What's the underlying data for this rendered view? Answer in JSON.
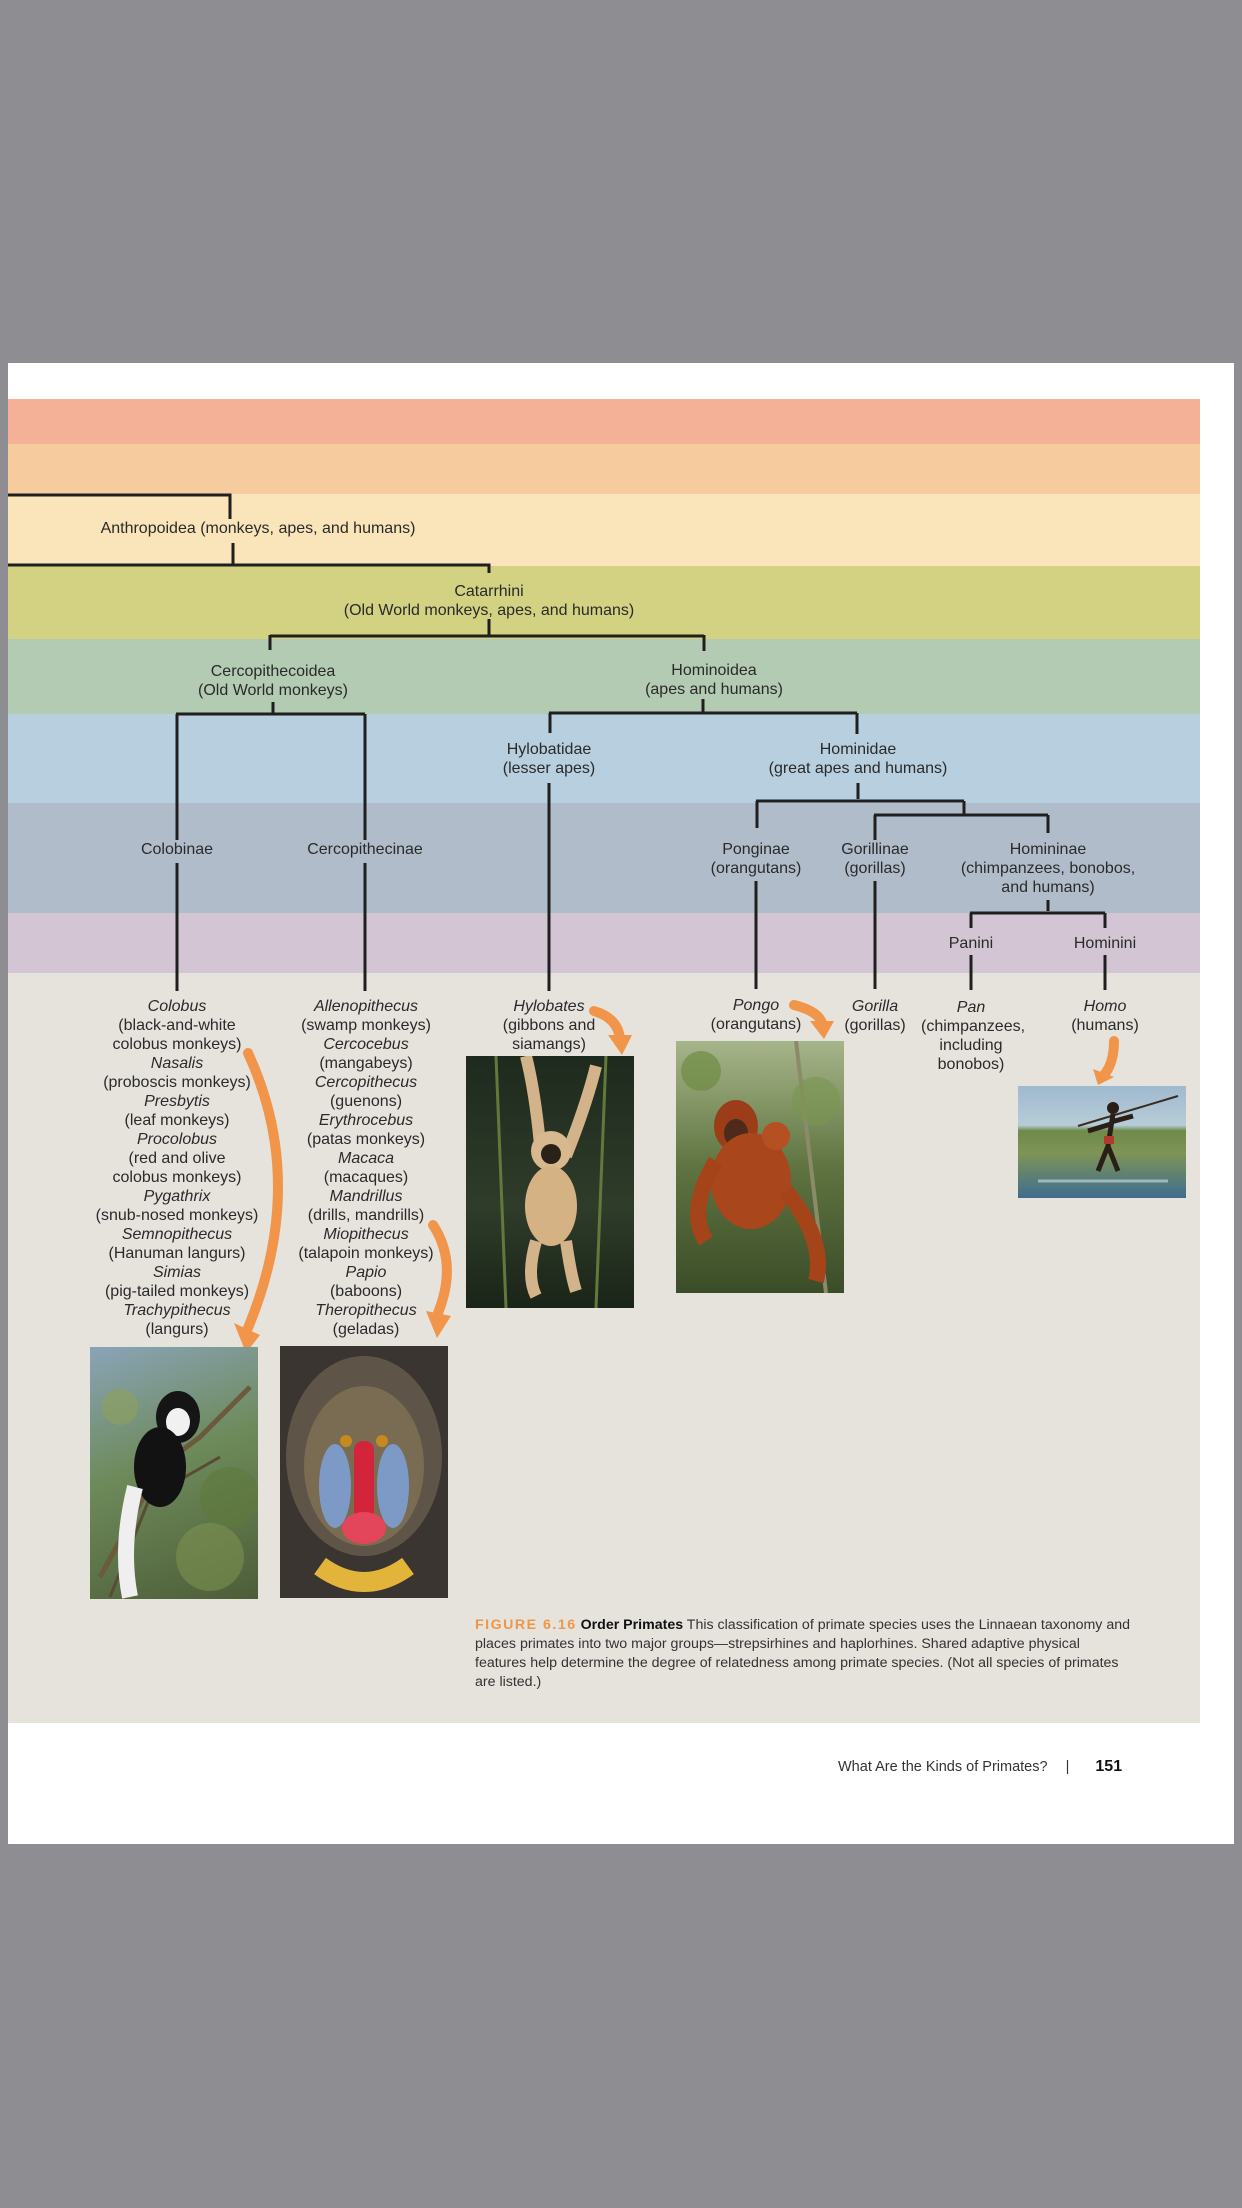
{
  "taxonomy": {
    "suborder": {
      "label": "Anthropoidea (monkeys, apes, and humans)"
    },
    "infraorder": {
      "label_1": "Catarrhini",
      "label_2": "(Old World monkeys, apes, and humans)"
    },
    "superfamilies": [
      {
        "label_1": "Cercopithecoidea",
        "label_2": "(Old World monkeys)"
      },
      {
        "label_1": "Hominoidea",
        "label_2": "(apes and humans)"
      }
    ],
    "families": [
      {
        "label_1": "Hylobatidae",
        "label_2": "(lesser apes)"
      },
      {
        "label_1": "Hominidae",
        "label_2": "(great apes and humans)"
      }
    ],
    "subfamilies": [
      {
        "label_1": "Colobinae"
      },
      {
        "label_1": "Cercopithecinae"
      },
      {
        "label_1": "Ponginae",
        "label_2": "(orangutans)"
      },
      {
        "label_1": "Gorillinae",
        "label_2": "(gorillas)"
      },
      {
        "label_1": "Homininae",
        "label_2": "(chimpanzees, bonobos,",
        "label_3": "and humans)"
      }
    ],
    "tribes": [
      {
        "label_1": "Panini"
      },
      {
        "label_1": "Hominini"
      }
    ]
  },
  "genera": {
    "colobinae": [
      {
        "genus": "Colobus",
        "common": "(black-and-white",
        "common_2": "colobus monkeys)"
      },
      {
        "genus": "Nasalis",
        "common": "(proboscis monkeys)"
      },
      {
        "genus": "Presbytis",
        "common": "(leaf monkeys)"
      },
      {
        "genus": "Procolobus",
        "common": "(red and olive",
        "common_2": "colobus monkeys)"
      },
      {
        "genus": "Pygathrix",
        "common": "(snub-nosed monkeys)"
      },
      {
        "genus": "Semnopithecus",
        "common": "(Hanuman langurs)"
      },
      {
        "genus": "Simias",
        "common": "(pig-tailed monkeys)"
      },
      {
        "genus": "Trachypithecus",
        "common": "(langurs)"
      }
    ],
    "cercopithecinae": [
      {
        "genus": "Allenopithecus",
        "common": "(swamp monkeys)"
      },
      {
        "genus": "Cercocebus",
        "common": "(mangabeys)"
      },
      {
        "genus": "Cercopithecus",
        "common": "(guenons)"
      },
      {
        "genus": "Erythrocebus",
        "common": "(patas monkeys)"
      },
      {
        "genus": "Macaca",
        "common": "(macaques)"
      },
      {
        "genus": "Mandrillus",
        "common": "(drills, mandrills)"
      },
      {
        "genus": "Miopithecus",
        "common": "(talapoin monkeys)"
      },
      {
        "genus": "Papio",
        "common": "(baboons)"
      },
      {
        "genus": "Theropithecus",
        "common": "(geladas)"
      }
    ],
    "hylobates": {
      "genus": "Hylobates",
      "common": "(gibbons and",
      "common_2": "siamangs)"
    },
    "pongo": {
      "genus": "Pongo",
      "common": "(orangutans)"
    },
    "gorilla": {
      "genus": "Gorilla",
      "common": "(gorillas)"
    },
    "pan": {
      "genus": "Pan",
      "common": "(chimpanzees,",
      "common_2": "including",
      "common_3": "bonobos)"
    },
    "homo": {
      "genus": "Homo",
      "common": "(humans)"
    }
  },
  "colors": {
    "band_1": "#f4b197",
    "band_2": "#f6cb9d",
    "band_3": "#f9e5b9",
    "band_4": "#d3d283",
    "band_5": "#b3cab3",
    "band_6": "#b7cfde",
    "band_7": "#b1bcca",
    "band_8": "#d3c5d3",
    "band_9": "#e6e3dd",
    "arrow": "#f0954a"
  },
  "caption": {
    "figure": "FIGURE 6.16",
    "title": "Order Primates",
    "text": " This classification of primate species uses the Linnaean taxonomy and places primates into two major groups—strepsirhines and haplorhines. Shared adaptive physical features help determine the degree of relatedness among primate species. (Not all species of primates are listed.)"
  },
  "footer": {
    "chapter": "What Are the Kinds of Primates?",
    "separator": "|",
    "page_number": "151"
  }
}
